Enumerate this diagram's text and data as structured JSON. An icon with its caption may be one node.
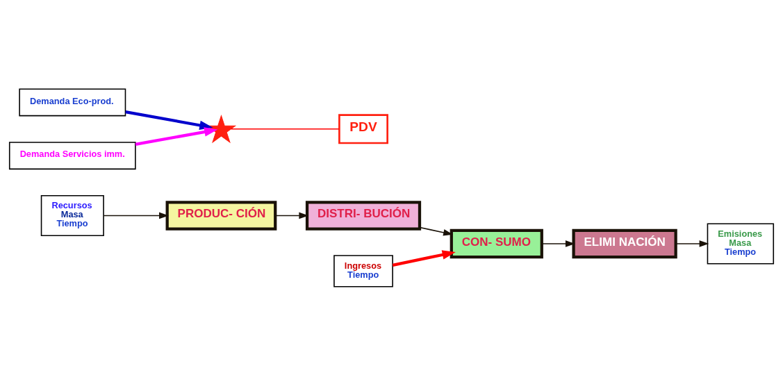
{
  "diagram": {
    "nodes": [
      {
        "text": [
          "Recursos",
          "Masa",
          "Tiempo"
        ]
      },
      {
        "text": [
          "PRODUC- CIÓN"
        ]
      },
      {
        "text": [
          "DISTRI- BUCIÓN"
        ]
      },
      {
        "text": [],
        "shape": "star"
      },
      {
        "text": [
          "CON- SUMO"
        ]
      },
      {
        "text": [
          "ELIMI NACIÓN"
        ]
      },
      {
        "text": [
          "Emisiones",
          "Masa",
          "Tiempo"
        ]
      },
      {
        "text": [
          "Demanda Eco-prod."
        ]
      },
      {
        "text": [
          "Demanda Servicios imm."
        ]
      },
      {
        "text": [
          "Ingresos",
          "Tiempo"
        ]
      },
      {
        "text": [
          "PDV"
        ]
      }
    ],
    "edges": [
      {
        "from": 0,
        "to": 1,
        "arrow": "to"
      },
      {
        "from": 1,
        "to": 2,
        "arrow": "to"
      },
      {
        "from": 2,
        "to": 4,
        "arrow": "to"
      },
      {
        "from": 4,
        "to": 5,
        "arrow": "to"
      },
      {
        "from": 5,
        "to": 6,
        "arrow": "to"
      },
      {
        "from": 7,
        "to": 3,
        "arrow": "to",
        "style": "thick",
        "color": "#0000cc"
      },
      {
        "from": 8,
        "to": 3,
        "arrow": "to",
        "style": "thick",
        "color": "#ff00ff"
      },
      {
        "from": 9,
        "to": 4,
        "arrow": "to",
        "style": "thick",
        "color": "#ff0000"
      },
      {
        "from": 3,
        "to": 10,
        "arrow": "none",
        "color": "#ff0000"
      }
    ]
  }
}
